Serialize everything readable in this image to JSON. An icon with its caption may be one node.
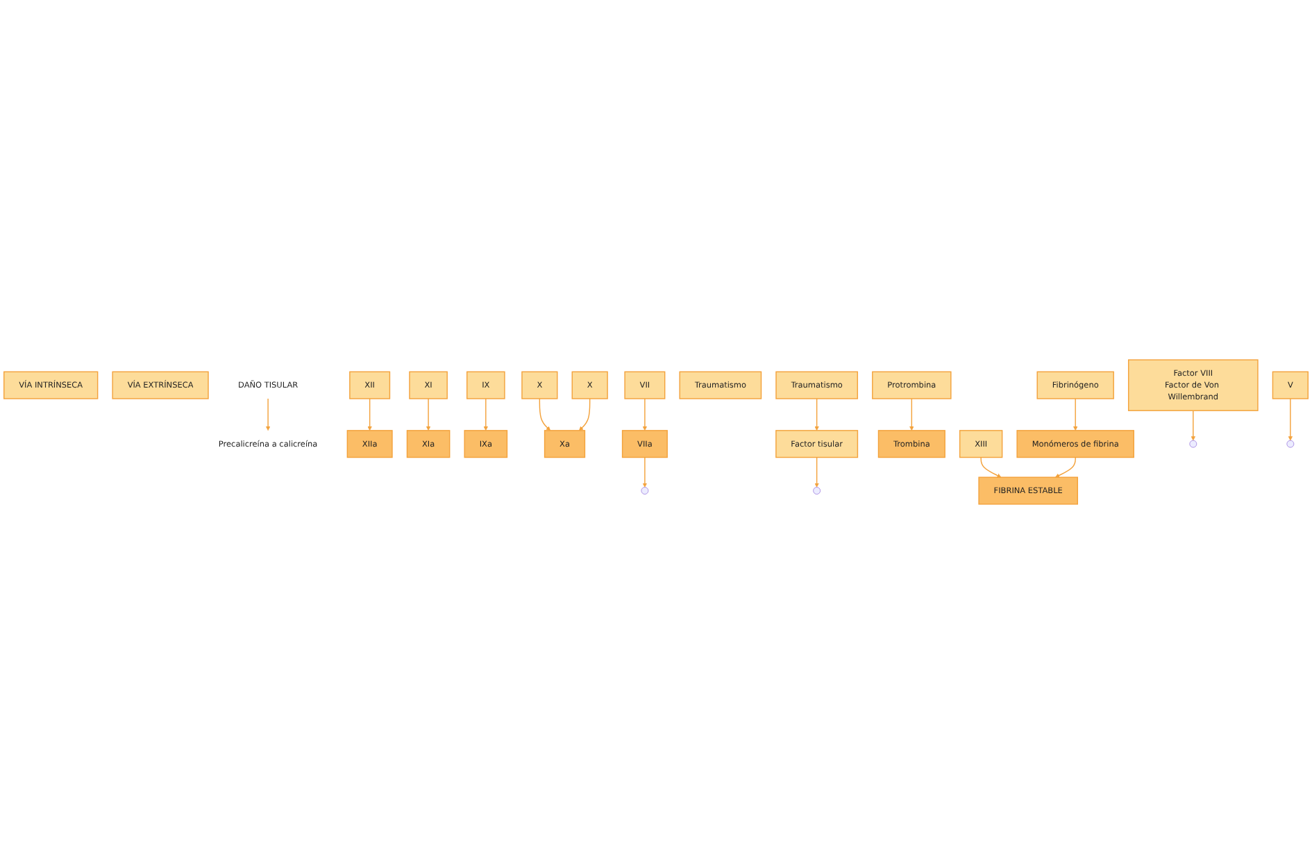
{
  "diagram": {
    "nodes": [
      {
        "text": [
          "VÍA INTRÍNSECA"
        ]
      },
      {
        "text": [
          "VÍA EXTRÍNSECA"
        ]
      },
      {
        "text": [
          "DAÑO TISULAR"
        ]
      },
      {
        "text": [
          "Precalicreína a calicreína"
        ]
      },
      {
        "text": [
          "XII"
        ]
      },
      {
        "text": [
          "XIIa"
        ]
      },
      {
        "text": [
          "XI"
        ]
      },
      {
        "text": [
          "XIa"
        ]
      },
      {
        "text": [
          "IX"
        ]
      },
      {
        "text": [
          "IXa"
        ]
      },
      {
        "text": [
          "Factor VIII",
          "Factor de Von Willembrand"
        ]
      },
      {
        "text": [
          "X"
        ]
      },
      {
        "text": [
          "Xa"
        ]
      },
      {
        "text": [
          "X"
        ]
      },
      {
        "text": [
          "Traumatismo"
        ]
      },
      {
        "text": [
          "VIIa"
        ]
      },
      {
        "text": [
          "VII"
        ]
      },
      {
        "text": [
          "Factor tisular"
        ]
      },
      {
        "text": [
          "Traumatismo"
        ]
      },
      {
        "text": [
          "V"
        ]
      },
      {
        "text": [
          "Protrombina"
        ]
      },
      {
        "text": [
          "Trombina"
        ]
      },
      {
        "text": [
          "XIII"
        ]
      },
      {
        "text": [
          "Fibrinógeno"
        ]
      },
      {
        "text": [
          "Monómeros de fibrina"
        ]
      },
      {
        "text": [
          "FIBRINA ESTABLE"
        ]
      }
    ],
    "edges": [
      {
        "from": 2,
        "to": 3,
        "arrow": "to"
      },
      {
        "from": 4,
        "to": 5,
        "arrow": "to"
      },
      {
        "from": 6,
        "to": 7,
        "arrow": "to"
      },
      {
        "from": 8,
        "to": 9,
        "arrow": "to"
      },
      {
        "from": 10,
        "to": null,
        "arrow": "to"
      },
      {
        "from": 11,
        "to": 12,
        "arrow": "to"
      },
      {
        "from": 13,
        "to": 12,
        "arrow": "to"
      },
      {
        "from": 16,
        "to": 15,
        "arrow": "to"
      },
      {
        "from": 15,
        "to": null,
        "arrow": "to"
      },
      {
        "from": 18,
        "to": 17,
        "arrow": "to"
      },
      {
        "from": 17,
        "to": null,
        "arrow": "to"
      },
      {
        "from": 19,
        "to": null,
        "arrow": "to"
      },
      {
        "from": 20,
        "to": 21,
        "arrow": "to"
      },
      {
        "from": 22,
        "to": 25,
        "arrow": "to"
      },
      {
        "from": 23,
        "to": 24,
        "arrow": "to"
      },
      {
        "from": 24,
        "to": 25,
        "arrow": "to"
      }
    ]
  }
}
